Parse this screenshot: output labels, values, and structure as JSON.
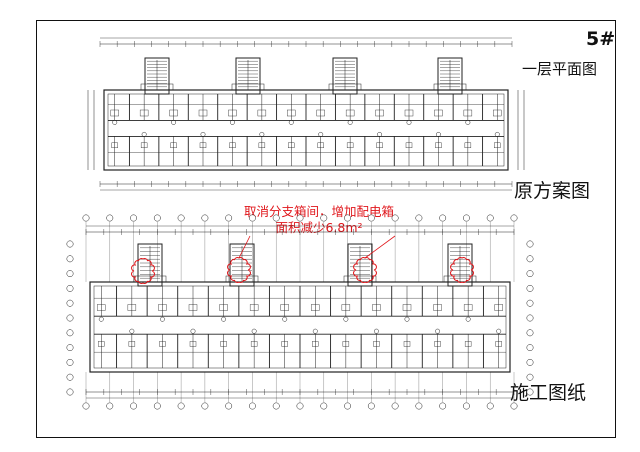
{
  "sheet": {
    "number": "5#"
  },
  "upper_plan": {
    "title": "一层平面图",
    "label": "原方案图"
  },
  "lower_plan": {
    "label": "施工图纸"
  },
  "annotation": {
    "line1": "取消分支箱间，增加配电箱",
    "line2": "面积减少6.8m²"
  },
  "colors": {
    "line": "#222222",
    "annotation": "#e0161b",
    "marker": "#e0161b"
  },
  "icons": [
    "revision-cloud-icon",
    "axis-bubble-icon",
    "stair-icon"
  ]
}
